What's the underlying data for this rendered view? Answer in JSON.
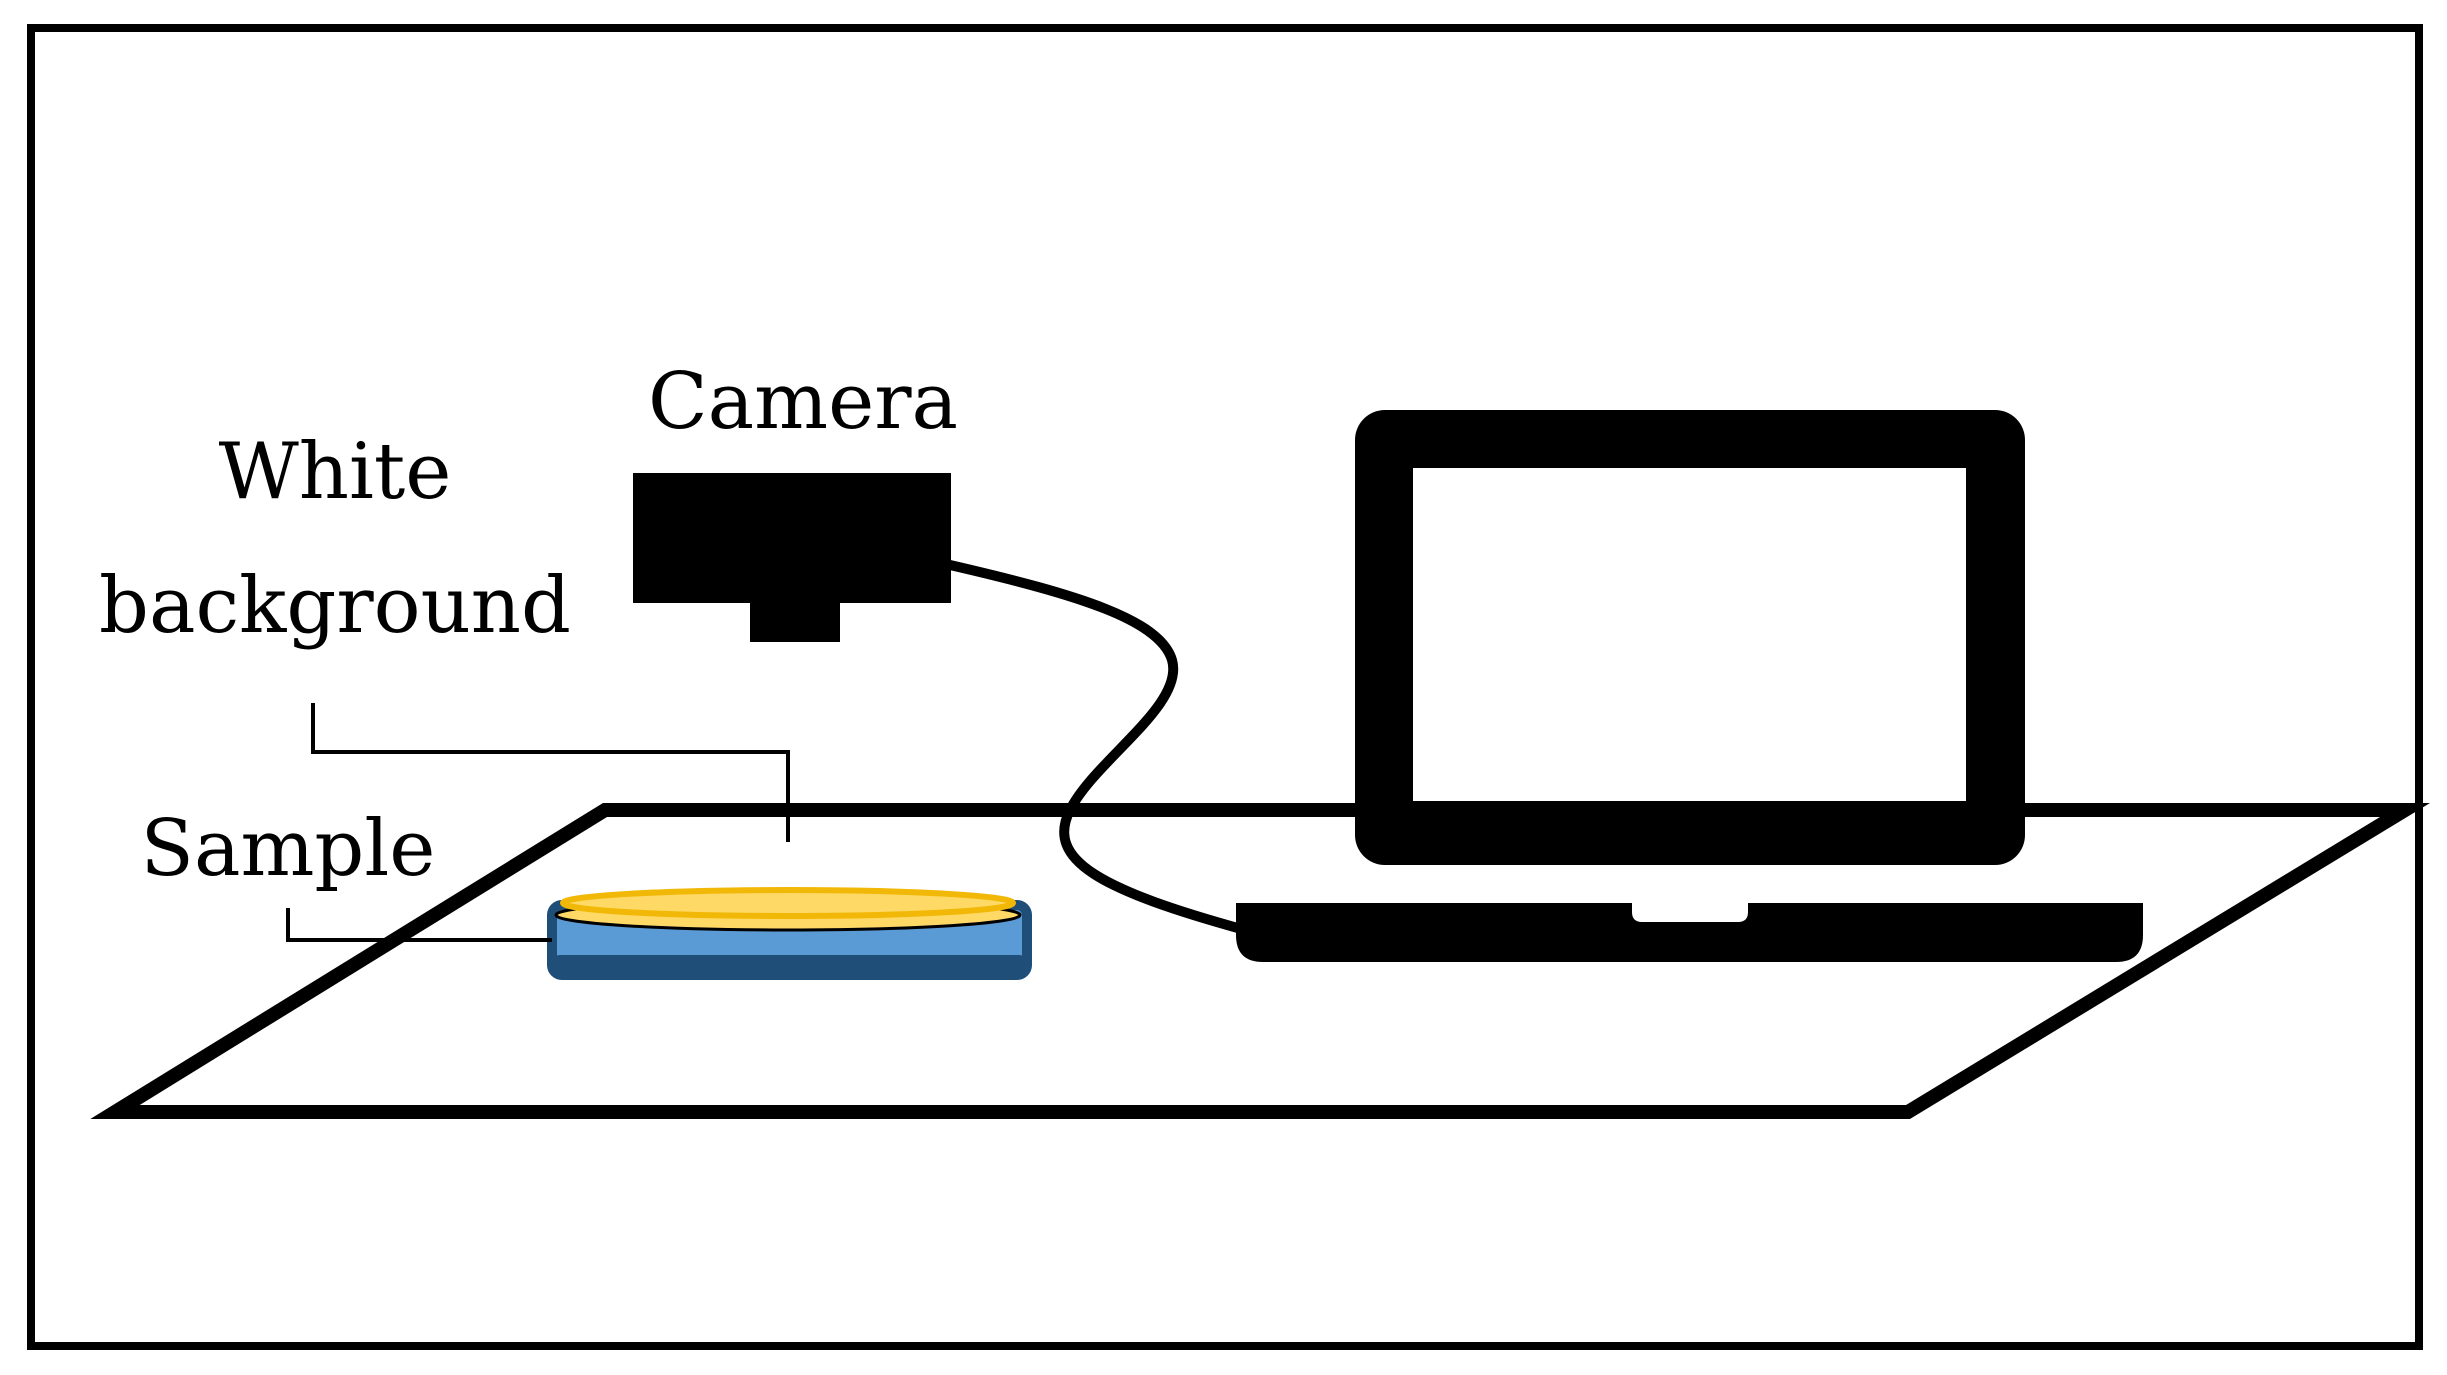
{
  "labels": {
    "camera": "Camera",
    "white_background_line1": "White",
    "white_background_line2": "background",
    "sample": "Sample"
  },
  "colors": {
    "stroke": "#000000",
    "sample_top_fill": "#ffd966",
    "sample_top_stroke": "#f2b807",
    "sample_base_fill": "#5b9bd5",
    "sample_base_stroke": "#1f4e79",
    "background": "#ffffff"
  },
  "icons": {
    "camera": "camera-icon",
    "laptop": "laptop-icon",
    "sample": "sample-dish-icon"
  }
}
